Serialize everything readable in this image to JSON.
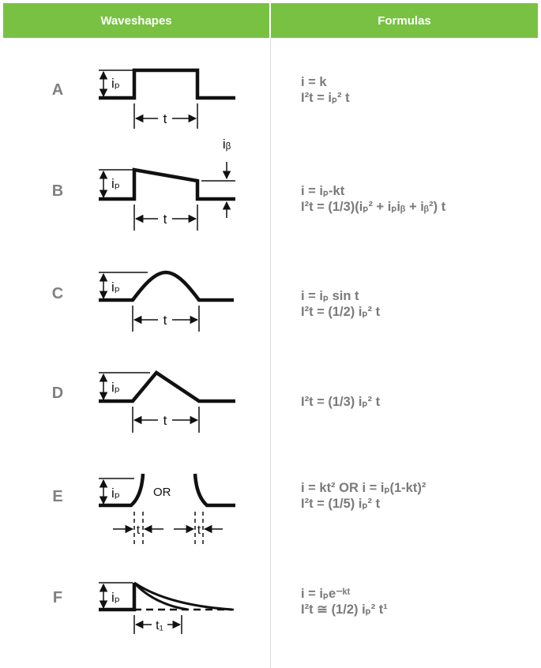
{
  "header": {
    "waveshapes": "Waveshapes",
    "formulas": "Formulas"
  },
  "rows": [
    {
      "label": "A",
      "formula_lines": [
        "i = k",
        "I²t = iₚ² t"
      ]
    },
    {
      "label": "B",
      "formula_lines": [
        "i = iₚ-kt",
        "I²t = (1/3)(iₚ² + iₚiᵦ + iᵦ²) t"
      ]
    },
    {
      "label": "C",
      "formula_lines": [
        "i = iₚ sin t",
        "I²t = (1/2) iₚ² t"
      ]
    },
    {
      "label": "D",
      "formula_lines": [
        "I²t = (1/3) iₚ² t"
      ]
    },
    {
      "label": "E",
      "formula_lines": [
        "i = kt² OR i = iₚ(1-kt)²",
        "I²t = (1/5) iₚ² t"
      ]
    },
    {
      "label": "F",
      "formula_lines": [
        "i = iₚe⁻ᵏᵗ",
        "I²t ≅ (1/2) iₚ² t¹"
      ]
    }
  ],
  "diagram_text": {
    "ip": "iₚ",
    "ib": "iᵦ",
    "t": "t",
    "or": "OR",
    "t1": "t₁"
  }
}
